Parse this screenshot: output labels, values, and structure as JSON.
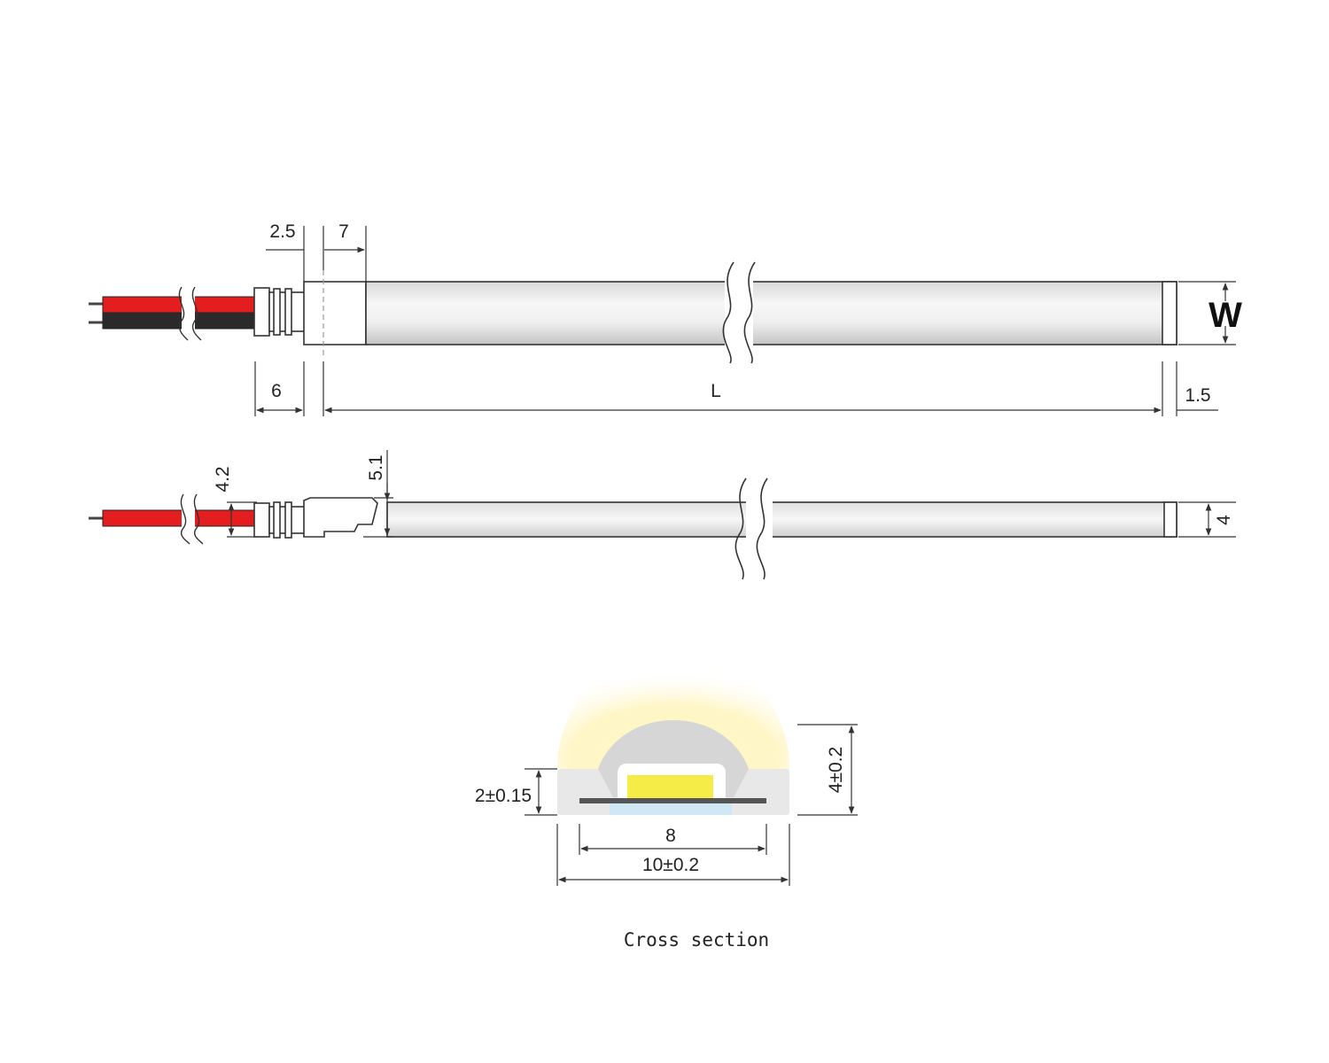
{
  "top_view": {
    "dims": {
      "cap": "2.5",
      "end_cap": "7",
      "connector": "6",
      "length": "L",
      "tail": "1.5",
      "width": "W"
    }
  },
  "side_view": {
    "dims": {
      "cable": "4.2",
      "cap_height": "5.1",
      "height": "4"
    }
  },
  "cross_section": {
    "dims": {
      "pcb_height": "2±0.15",
      "total_height": "4±0.2",
      "pcb_width": "8",
      "total_width": "10±0.2"
    },
    "caption": "Cross section"
  },
  "colors": {
    "wire_red": "#e41e1e",
    "wire_black": "#2a2a2a",
    "glow": "#fff3a8",
    "led": "#f6ec48",
    "silicone": "#d6d6d6",
    "pcb": "#555555",
    "tape": "#c8e6f2"
  }
}
